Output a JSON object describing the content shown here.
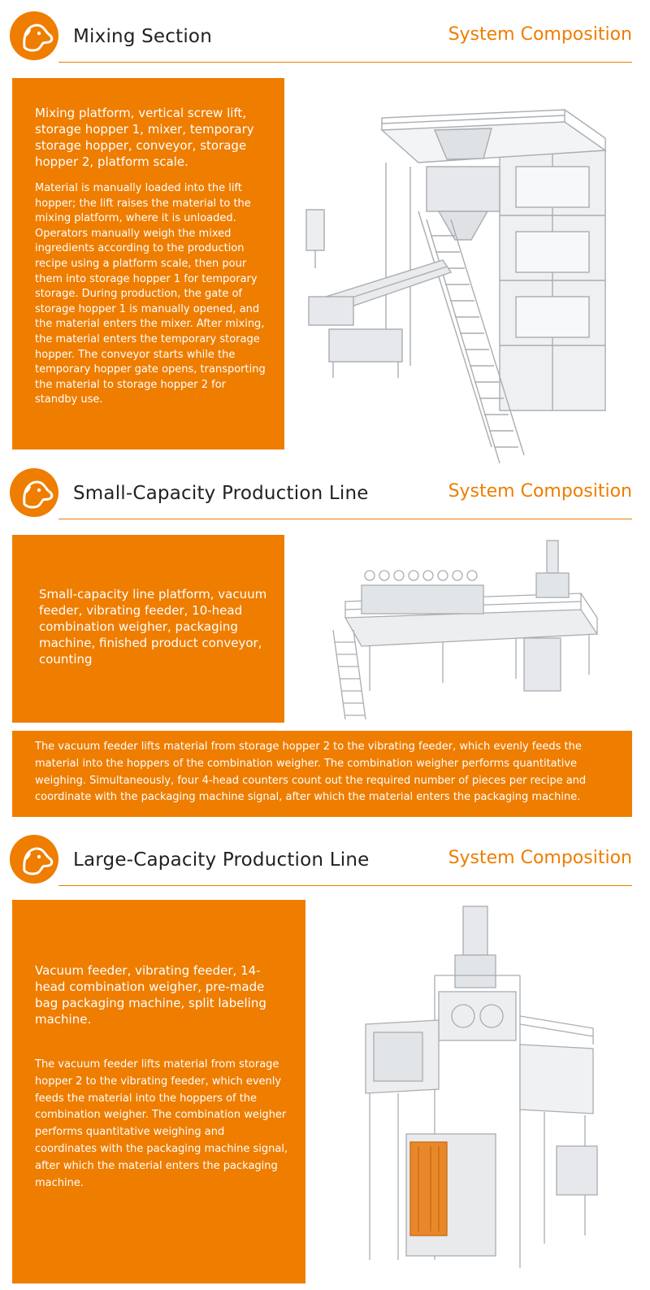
{
  "sections": [
    {
      "title": "Mixing Section",
      "subtitle": "System Composition",
      "summary": "Mixing platform, vertical screw lift, storage hopper 1, mixer, temporary storage hopper, conveyor, storage hopper 2, platform scale.",
      "description": "Material is manually loaded into the lift hopper; the lift raises the material to the mixing platform, where it is unloaded. Operators manually weigh the mixed ingredients according to the production recipe using a platform scale, then pour them into storage hopper 1 for temporary storage. During production, the gate of storage hopper 1 is manually opened, and the material enters the mixer. After mixing, the material enters the temporary storage hopper. The conveyor starts while the temporary hopper gate opens, transporting the material to storage hopper 2 for standby use."
    },
    {
      "title": "Small-Capacity Production Line",
      "subtitle": "System Composition",
      "summary": "Small-capacity line platform, vacuum feeder, vibrating feeder, 10-head combination weigher, packaging machine, finished product conveyor, counting",
      "description": "The vacuum feeder lifts material from storage hopper 2 to the vibrating feeder, which evenly feeds the material into the hoppers of the combination weigher. The combination weigher performs quantitative weighing. Simultaneously, four 4-head counters count out the required number of pieces per recipe and coordinate with the packaging machine signal, after which the material enters the packaging machine."
    },
    {
      "title": "Large-Capacity Production Line",
      "subtitle": "System Composition",
      "summary": "Vacuum feeder, vibrating feeder, 14-head combination weigher, pre-made bag packaging machine, split labeling machine.",
      "description": "The vacuum feeder lifts material from storage hopper 2 to the vibrating feeder, which evenly feeds the material into the hoppers of the combination weigher. The combination weigher performs quantitative weighing and coordinates with the packaging machine signal, after which the material enters the packaging machine."
    }
  ],
  "icons": {
    "logo": "dog-head-icon",
    "machine_mixing": "mixing-machine-illustration",
    "machine_small": "small-line-illustration",
    "machine_large": "large-line-illustration"
  },
  "colors": {
    "accent": "#ee7d00",
    "text_dark": "#222222",
    "box_text": "#ffffff"
  }
}
